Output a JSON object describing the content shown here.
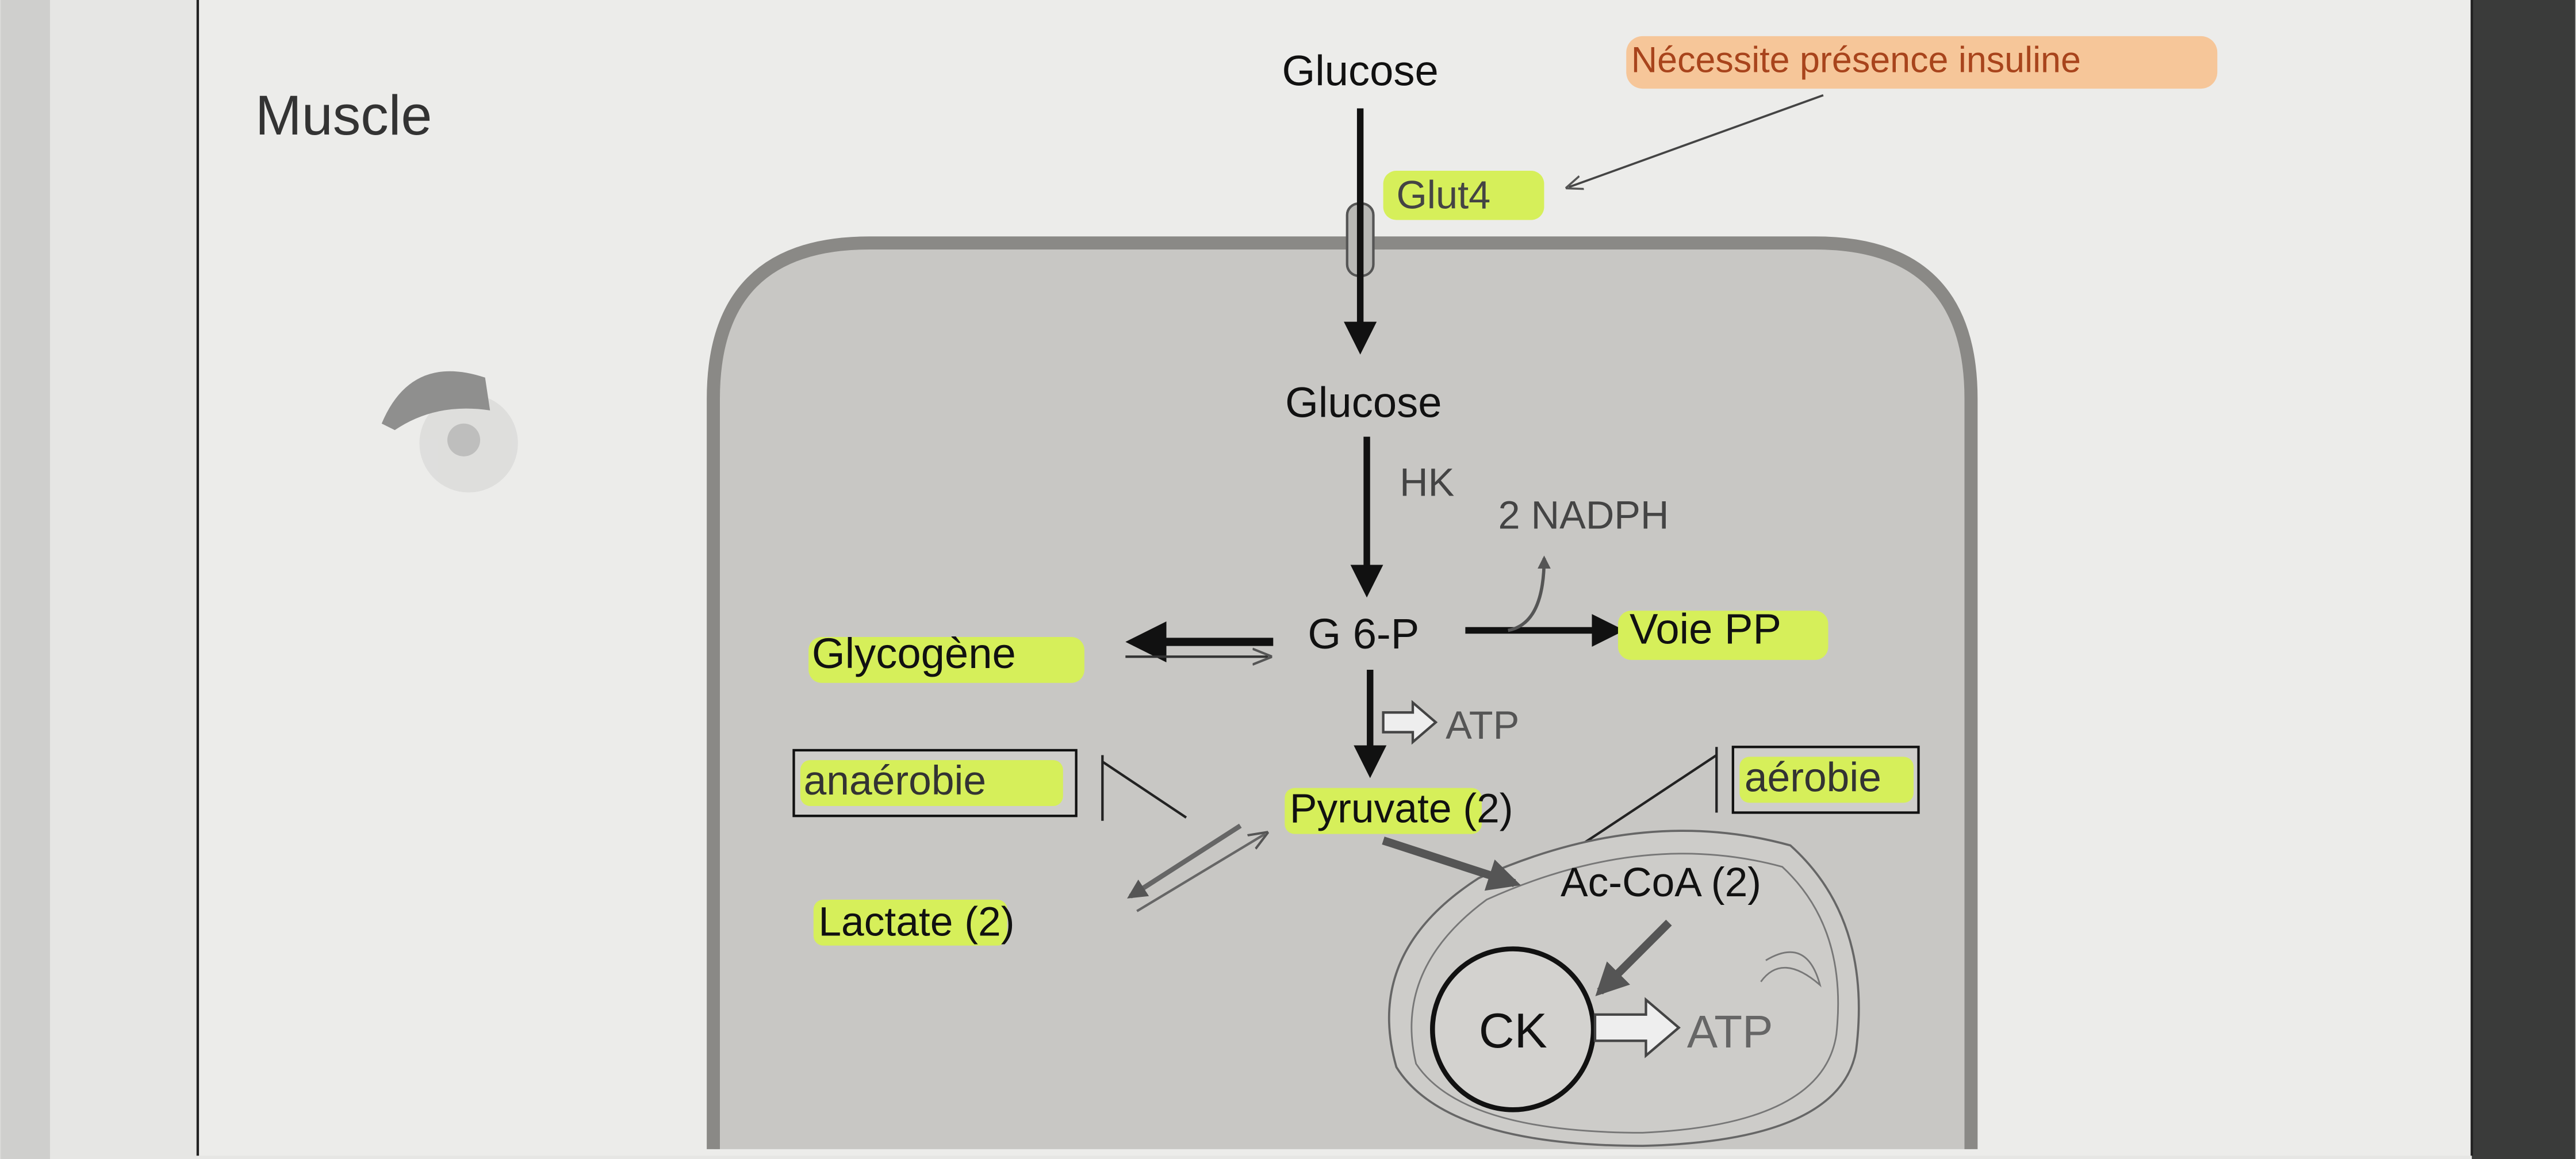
{
  "page": {
    "title": "Muscle"
  },
  "annotation": {
    "text": "Nécessite présence insuline"
  },
  "labels": {
    "glucose_out": "Glucose",
    "glut4": "Glut4",
    "glucose_in": "Glucose",
    "hk": "HK",
    "nadph": "2 NADPH",
    "g6p": "G 6-P",
    "glycogene": "Glycogène",
    "voie_pp": "Voie PP",
    "atp_glycolysis": "ATP",
    "anaerobie": "anaérobie",
    "aerobie": "aérobie",
    "pyruvate": "Pyruvate (2)",
    "lactate": "Lactate (2)",
    "accoa": "Ac-CoA (2)",
    "ck": "CK",
    "atp_mito": "ATP"
  },
  "colors": {
    "highlight_green": "#d6ef5a",
    "highlight_orange": "#f7c290",
    "annotation_text": "#a8441c",
    "cell_fill": "#c8c7c4",
    "cell_border": "#8a8986",
    "paper": "#ebebe9"
  }
}
